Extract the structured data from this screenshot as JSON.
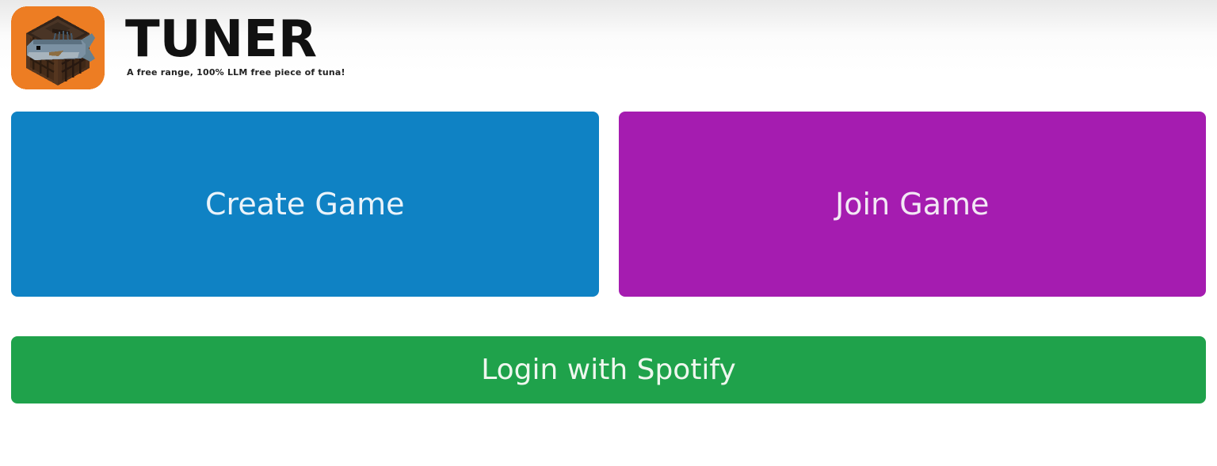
{
  "header": {
    "title": "TUNER",
    "tagline": "A free range, 100% LLM free piece of tuna!",
    "logo": {
      "icon": "noteblock-tuna-logo-icon",
      "description": "orange rounded square with minecraft note block and tuna fish"
    }
  },
  "buttons": {
    "create_game": {
      "label": "Create Game"
    },
    "join_game": {
      "label": "Join Game"
    },
    "login_spotify": {
      "label": "Login with Spotify"
    }
  },
  "colors": {
    "create_game_blue": "#0f82c4",
    "join_game_purple": "#a51cb0",
    "spotify_green": "#1fa24b",
    "logo_orange": "#ed7d23"
  }
}
